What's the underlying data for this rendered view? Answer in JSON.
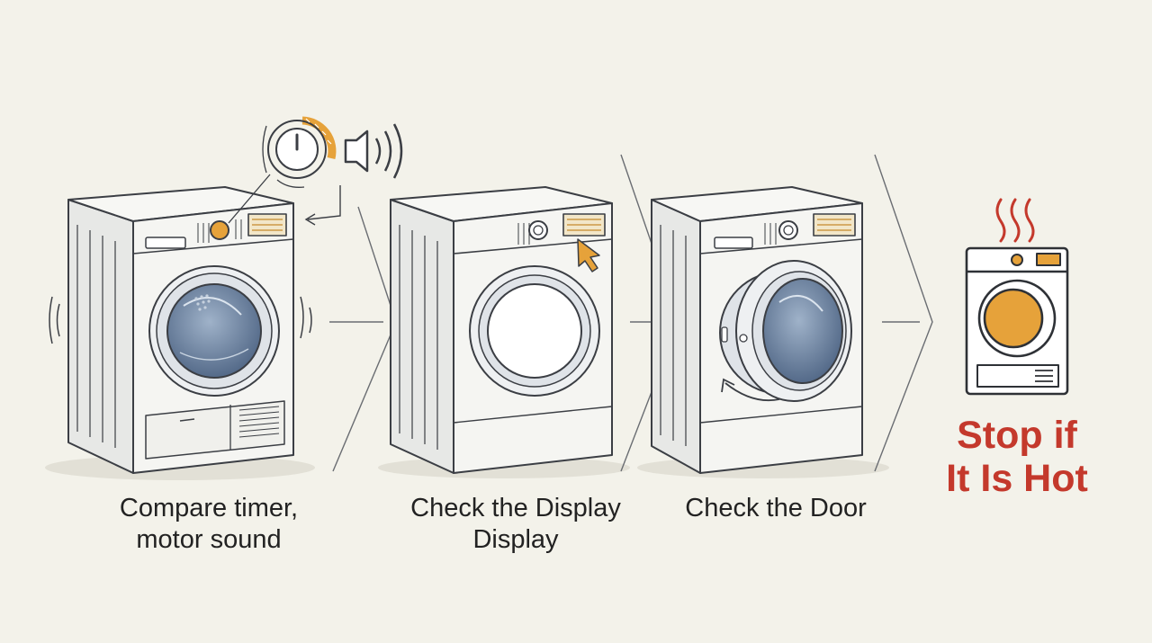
{
  "steps": [
    {
      "caption_line1": "Compare timer,",
      "caption_line2": "motor sound"
    },
    {
      "caption_line1": "Check the Display",
      "caption_line2": "Display"
    },
    {
      "caption_line1": "Check the Door",
      "caption_line2": ""
    }
  ],
  "warning": {
    "line1": "Stop if",
    "line2": "It Is Hot"
  },
  "colors": {
    "background": "#f3f2ea",
    "outline": "#3b3e44",
    "accent": "#e6a23a",
    "warning": "#c4392c",
    "glass": "#6f84a3"
  },
  "icons": [
    "timer-dial-icon",
    "speaker-icon",
    "cursor-icon",
    "heat-icon",
    "door-arrow-icon"
  ]
}
